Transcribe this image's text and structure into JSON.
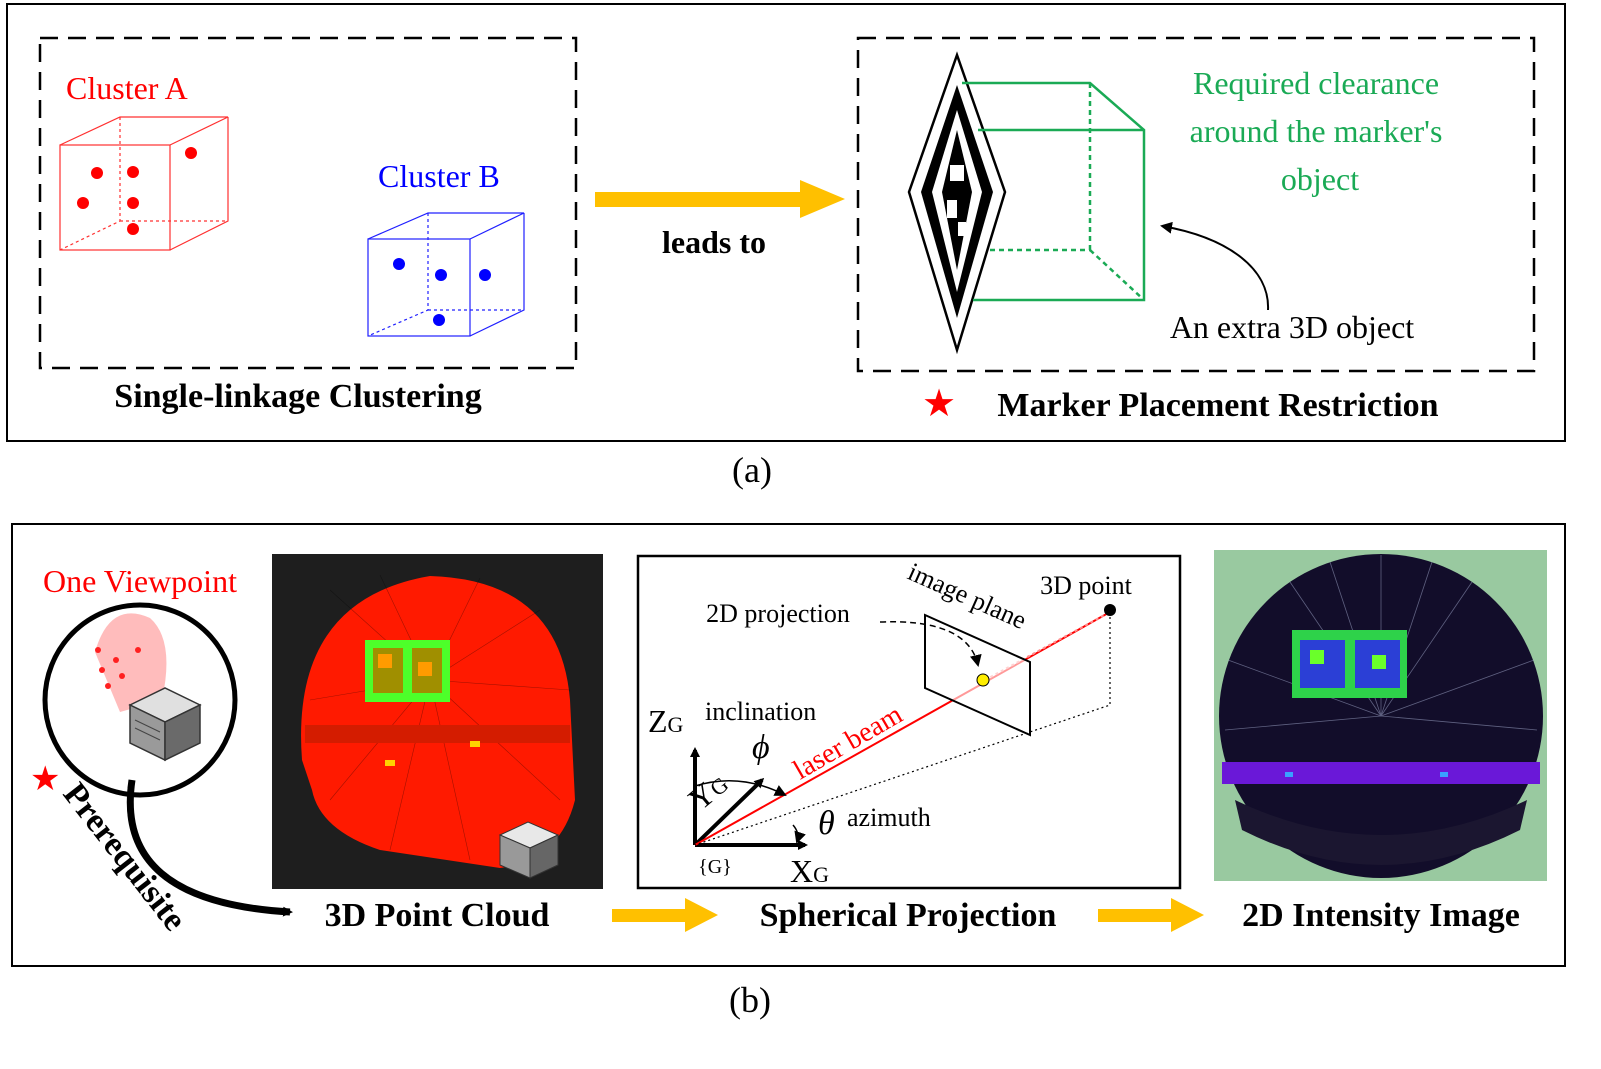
{
  "panel_a": {
    "cluster_a": "Cluster A",
    "cluster_b": "Cluster B",
    "clustering_title": "Single-linkage Clustering",
    "arrow_label": "leads to",
    "clearance_lines": [
      "Required clearance",
      "around the marker's",
      "object"
    ],
    "extra_object": "An extra 3D object",
    "restriction_title": "Marker Placement Restriction",
    "caption": "(a)"
  },
  "panel_b": {
    "viewpoint": "One Viewpoint",
    "prerequisite": "Prerequisite",
    "point_cloud_title": "3D Point Cloud",
    "projection_title": "Spherical Projection",
    "intensity_title": "2D Intensity Image",
    "diagram": {
      "point_3d": "3D point",
      "projection_2d": "2D projection",
      "image_plane": "image plane",
      "laser_beam": "laser beam",
      "inclination": "inclination",
      "phi": "ϕ",
      "theta": "θ",
      "azimuth": "azimuth",
      "z_axis": "Z",
      "y_axis": "Y",
      "x_axis": "X",
      "axis_sub": "G",
      "origin": "{G}"
    },
    "caption": "(b)"
  },
  "colors": {
    "red": "#ff0000",
    "blue": "#0000ff",
    "green": "#1aaa55",
    "arrow": "#ffc000",
    "black": "#000000"
  }
}
